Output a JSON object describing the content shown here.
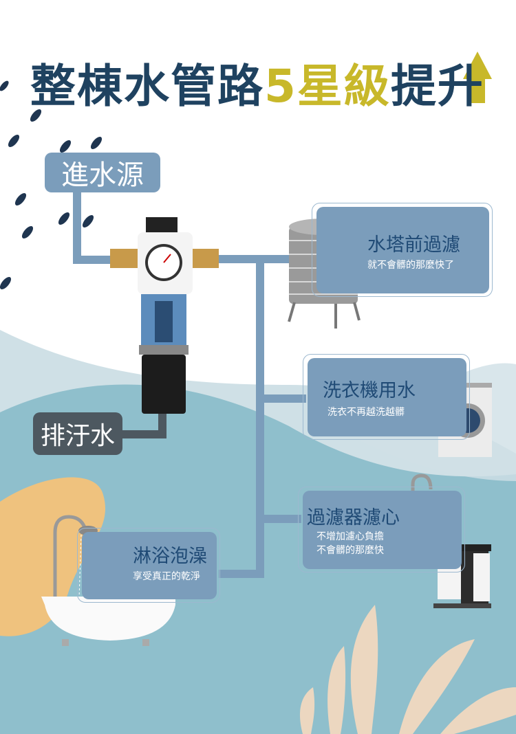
{
  "title": {
    "part1": "整棟水管路",
    "highlight": "5星級",
    "part2": "提升"
  },
  "inlet_label": "進水源",
  "drain_label": "排汙水",
  "cards": [
    {
      "title": "水塔前過濾",
      "lines": [
        "就不會髒的那麼快了"
      ]
    },
    {
      "title": "洗衣機用水",
      "lines": [
        "洗衣不再越洗越髒"
      ]
    },
    {
      "title": "過濾器濾心",
      "lines": [
        "不增加濾心負擔",
        "不會髒的那麼快"
      ]
    },
    {
      "title": "淋浴泡澡",
      "lines": [
        "享受真正的乾淨"
      ]
    }
  ],
  "colors": {
    "navy": "#1f4260",
    "accent": "#c8b82a",
    "pipe": "#7b9dbb",
    "drain": "#4d5860",
    "teal": "#8fbfcc"
  }
}
